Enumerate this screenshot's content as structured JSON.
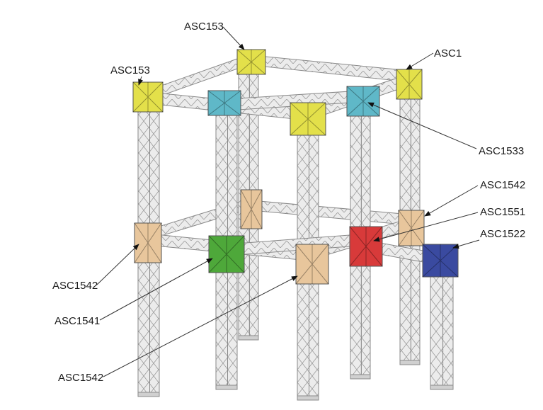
{
  "diagram": {
    "colors": {
      "truss": "#e6e6e6",
      "truss_line": "#8a8a8a",
      "yellow": "#e3e04a",
      "cyan": "#5fb8c8",
      "tan": "#e8c69c",
      "green": "#4ea83a",
      "red": "#d83a3a",
      "blue": "#3a4aa0"
    },
    "labels": [
      {
        "text": "ASC153",
        "target": "yellow-back-corner"
      },
      {
        "text": "ASC153",
        "target": "yellow-left-corner"
      },
      {
        "text": "ASC1",
        "target": "yellow-right-corner"
      },
      {
        "text": "ASC1533",
        "target": "cyan-right-tee"
      },
      {
        "text": "ASC1542",
        "target": "tan-right-mid"
      },
      {
        "text": "ASC1551",
        "target": "red-junction"
      },
      {
        "text": "ASC1522",
        "target": "blue-corner"
      },
      {
        "text": "ASC1542",
        "target": "tan-left-mid"
      },
      {
        "text": "ASC1541",
        "target": "green-junction"
      },
      {
        "text": "ASC1542",
        "target": "tan-front-mid"
      }
    ]
  }
}
